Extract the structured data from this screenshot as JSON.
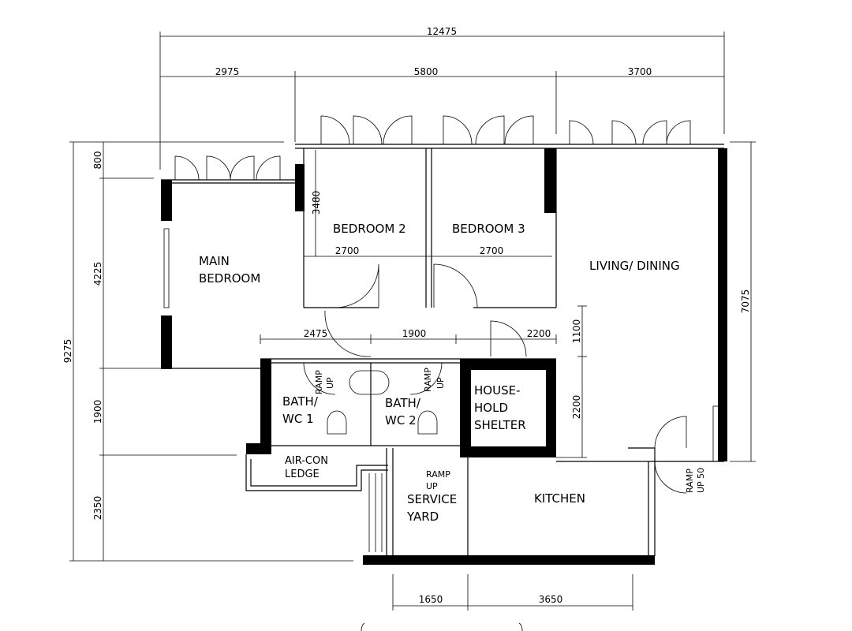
{
  "dimensions": {
    "overall_width": "12475",
    "top": [
      "2975",
      "5800",
      "3700"
    ],
    "left_overall": "9275",
    "left": [
      "800",
      "4225",
      "1900",
      "2350"
    ],
    "right": "7075",
    "bedroom_depth": "3480",
    "bedroom2_width": "2700",
    "bedroom3_width": "2700",
    "middle": [
      "2475",
      "1900",
      "2200"
    ],
    "shelter_side": [
      "1100",
      "2200"
    ],
    "bottom": [
      "1650",
      "3650"
    ]
  },
  "rooms": {
    "main_bedroom": [
      "MAIN",
      "BEDROOM"
    ],
    "bedroom2": "BEDROOM 2",
    "bedroom3": "BEDROOM 3",
    "living": "LIVING/ DINING",
    "bath1": [
      "BATH/",
      "WC 1"
    ],
    "bath2": [
      "BATH/",
      "WC 2"
    ],
    "shelter": [
      "HOUSE-",
      "HOLD",
      "SHELTER"
    ],
    "aircon": [
      "AIR-CON",
      "LEDGE"
    ],
    "service": [
      "SERVICE",
      "YARD"
    ],
    "kitchen": "KITCHEN"
  },
  "ramps": {
    "bath1": [
      "RAMP",
      "UP"
    ],
    "bath2": [
      "RAMP",
      "UP"
    ],
    "service": [
      "RAMP",
      "UP"
    ],
    "entrance": [
      "RAMP",
      "UP 50"
    ]
  }
}
